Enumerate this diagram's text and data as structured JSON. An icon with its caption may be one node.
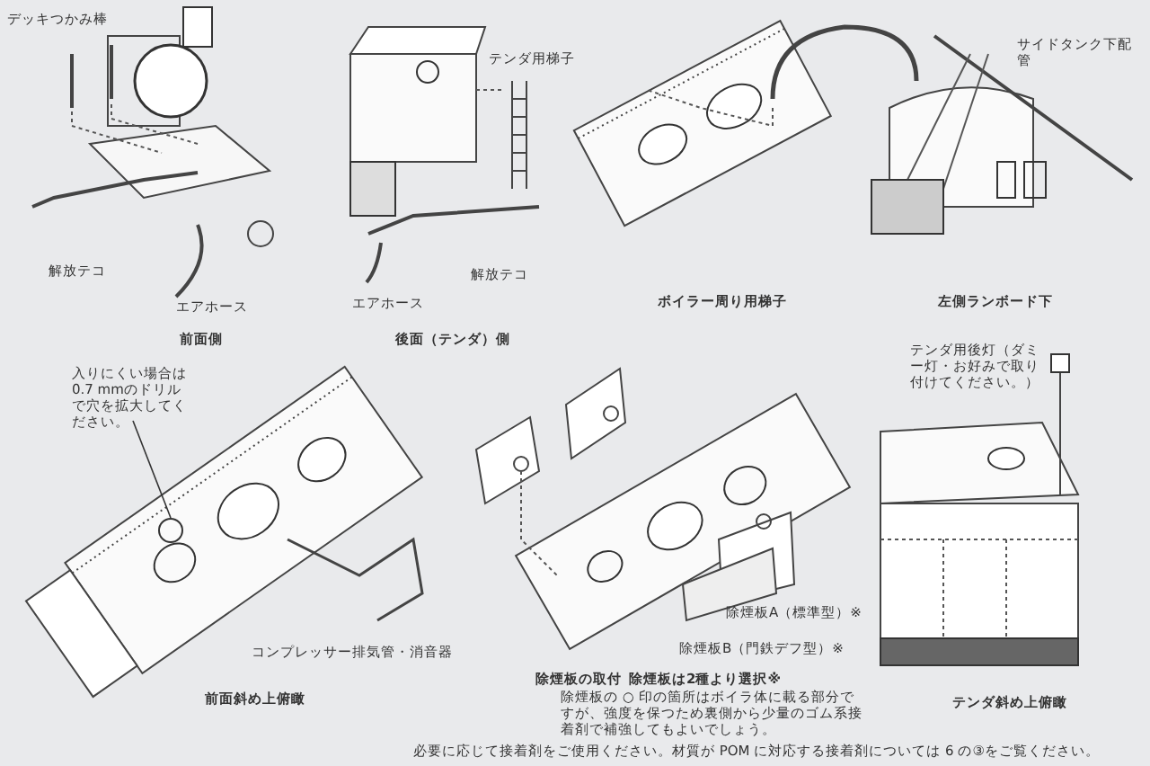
{
  "diagram": {
    "nodes": [
      {
        "text": [
          "入りにくい場合は 0.7 mmのドリルで穴を拡大してください。"
        ]
      },
      {
        "text": [],
        "shape": "circle"
      }
    ],
    "edges": [
      {
        "from": 0,
        "to": 1,
        "arrow": "none"
      }
    ],
    "labels": [
      "デッキつかみ棒",
      "テンダ用梯子",
      "サイドタンク下配管",
      "解放テコ",
      "解放テコ",
      "エアホース",
      "エアホース",
      "前面側",
      "後面（テンダ）側",
      "ボイラー周り用梯子",
      "左側ランボード下",
      "テンダ用後灯（ダミー灯・お好みで取り付けてください。）",
      "コンプレッサー排気管・消音器",
      "除煙板A（標準型）※",
      "除煙板B（門鉄デフ型）※",
      "前面斜め上俯瞰",
      "除煙板の取付",
      "除煙板は2種より選択※",
      "除煙板の ○ 印の箇所はボイラ体に載る部分ですが、強度を保つため裏側から少量のゴム系接着剤で補強してもよいでしょう。",
      "テンダ斜め上俯瞰",
      "必要に応じて接着剤をご使用ください。材質が POM に対応する接着剤については 6 の③をご覧ください。"
    ]
  }
}
